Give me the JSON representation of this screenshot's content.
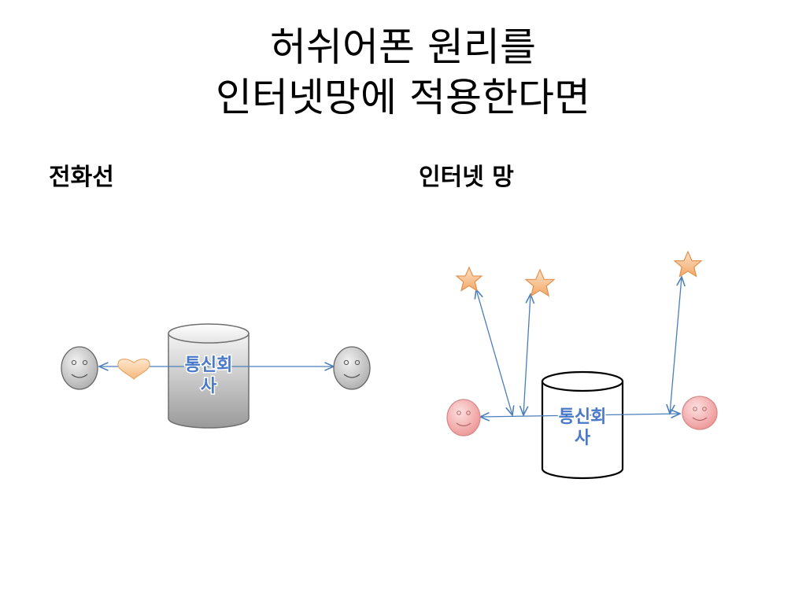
{
  "title": {
    "line1": "허쉬어폰 원리를",
    "line2": "인터넷망에 적용한다면"
  },
  "sections": {
    "left_label": "전화선",
    "right_label": "인터넷 망"
  },
  "diagram_left": {
    "cylinder_text": {
      "line1": "통신회",
      "line2": "사"
    },
    "icons": [
      "smiley-icon",
      "heart-icon",
      "database-cylinder-icon",
      "smiley-icon"
    ]
  },
  "diagram_right": {
    "cylinder_text": {
      "line1": "통신회",
      "line2": "사"
    },
    "icons": [
      "smiley-icon",
      "star-icon",
      "star-icon",
      "star-icon",
      "database-cylinder-icon",
      "smiley-icon"
    ]
  },
  "colors": {
    "arrow": "#4a7ebb",
    "cylinder_gray_light": "#f2f2f2",
    "cylinder_gray_dark": "#9a9a9a",
    "smiley_gray": "#d0d0d0",
    "smiley_pink": "#f4a8a8",
    "star_fill": "#f7c79b",
    "star_stroke": "#e8975a",
    "heart_fill": "#fbd3aa",
    "cylinder_text": "#4a78c8"
  }
}
